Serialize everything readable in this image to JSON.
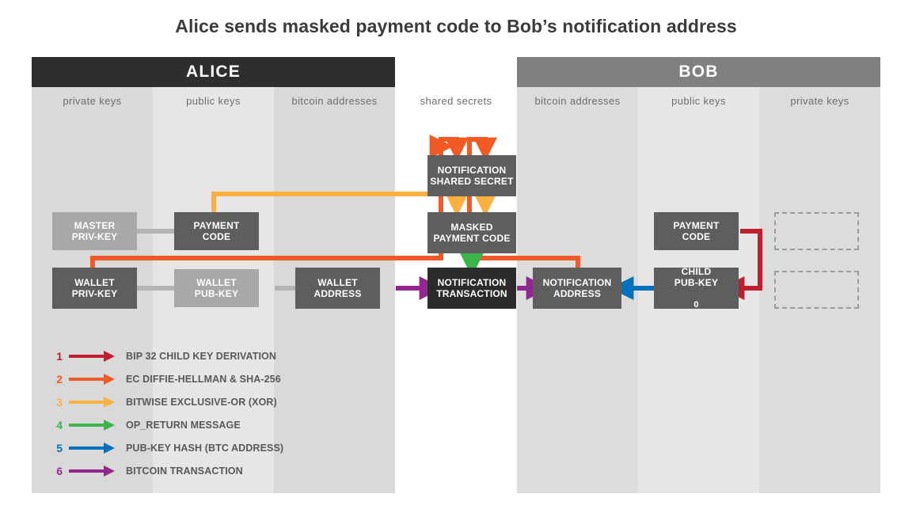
{
  "title": "Alice sends masked payment code to Bob’s notification address",
  "parties": [
    {
      "name": "ALICE",
      "color": "#2e2e2e"
    },
    {
      "name": "BOB",
      "color": "#808080"
    }
  ],
  "columns": [
    {
      "caption": "private keys",
      "band": "#d9d9d9"
    },
    {
      "caption": "public keys",
      "band": "#e6e6e6"
    },
    {
      "caption": "bitcoin addresses",
      "band": "#d9d9d9"
    },
    {
      "caption": "shared secrets",
      "band": "#ffffff"
    },
    {
      "caption": "bitcoin addresses",
      "band": "#dcdcdc"
    },
    {
      "caption": "public keys",
      "band": "#e6e6e6"
    },
    {
      "caption": "private keys",
      "band": "#dcdcdc"
    }
  ],
  "nodes": {
    "master_priv_key": {
      "line1": "MASTER",
      "line2": "PRIV-KEY"
    },
    "alice_payment_code": {
      "line1": "PAYMENT",
      "line2": "CODE"
    },
    "wallet_priv_key": {
      "line1": "WALLET",
      "line2": "PRIV-KEY"
    },
    "wallet_pub_key": {
      "line1": "WALLET",
      "line2": "PUB-KEY"
    },
    "wallet_address": {
      "line1": "WALLET",
      "line2": "ADDRESS"
    },
    "notification_shared_secret": {
      "line1": "NOTIFICATION",
      "line2": "SHARED SECRET"
    },
    "masked_payment_code": {
      "line1": "MASKED",
      "line2": "PAYMENT CODE"
    },
    "notification_transaction": {
      "line1": "NOTIFICATION",
      "line2": "TRANSACTION"
    },
    "notification_address": {
      "line1": "NOTIFICATION",
      "line2": "ADDRESS"
    },
    "child_pub_key_0": {
      "line1": "CHILD",
      "line2": "PUB-KEY",
      "sub": "0"
    },
    "bob_payment_code": {
      "line1": "PAYMENT",
      "line2": "CODE"
    }
  },
  "legend": [
    {
      "num": "1",
      "label": "BIP 32 CHILD KEY DERIVATION",
      "color": "#be1e2d"
    },
    {
      "num": "2",
      "label": "EC DIFFIE-HELLMAN & SHA-256",
      "color": "#f15a24"
    },
    {
      "num": "3",
      "label": "BITWISE EXCLUSIVE-OR (XOR)",
      "color": "#fbb040"
    },
    {
      "num": "4",
      "label": "OP_RETURN MESSAGE",
      "color": "#39b54a"
    },
    {
      "num": "5",
      "label": "PUB-KEY HASH (BTC ADDRESS)",
      "color": "#0071bc"
    },
    {
      "num": "6",
      "label": "BITCOIN TRANSACTION",
      "color": "#92278f"
    }
  ],
  "palette": {
    "plain_link": "#b3b3b3",
    "node_dark": "#2b2b2b",
    "node_mid": "#5e5e5e",
    "node_light": "#a8a8a8",
    "ghost_border": "#9b9b9b"
  }
}
